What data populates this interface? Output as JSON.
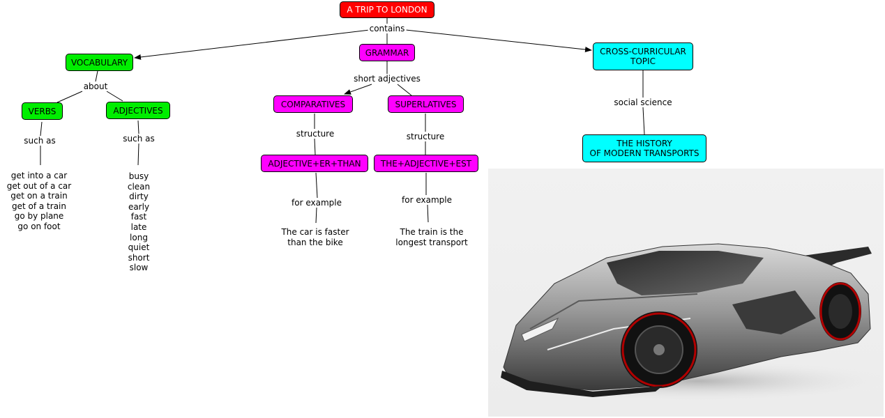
{
  "colors": {
    "root": "#ff0000",
    "vocabulary": "#00ee00",
    "grammar": "#ff00ff",
    "cross_curricular": "#00ffff"
  },
  "nodes": {
    "root": "A TRIP TO LONDON",
    "vocabulary": "VOCABULARY",
    "grammar": "GRAMMAR",
    "cross_curricular": "CROSS-CURRICULAR\nTOPIC",
    "verbs": "VERBS",
    "adjectives": "ADJECTIVES",
    "comparatives": "COMPARATIVES",
    "superlatives": "SUPERLATIVES",
    "adjective_er_than": "ADJECTIVE+ER+THAN",
    "the_adjective_est": "THE+ADJECTIVE+EST",
    "history": "THE HISTORY\nOF MODERN TRANSPORTS"
  },
  "link_labels": {
    "contains": "contains",
    "about": "about",
    "short_adjectives": "short adjectives",
    "verbs_such_as": "such as",
    "adjectives_such_as": "such as",
    "comp_structure": "structure",
    "sup_structure": "structure",
    "comp_for_example": "for example",
    "sup_for_example": "for example",
    "social_science": "social science"
  },
  "verb_examples": [
    "get into a car",
    "get out of a car",
    "get on a train",
    "get of a train",
    "go by plane",
    "go on foot"
  ],
  "adjective_examples": [
    "busy",
    "clean",
    "dirty",
    "early",
    "fast",
    "late",
    "long",
    "quiet",
    "short",
    "slow"
  ],
  "comparative_example": [
    "The car is faster",
    "than the bike"
  ],
  "superlative_example": [
    "The train is the",
    "longest transport"
  ],
  "image": {
    "subject": "sports car photo"
  }
}
